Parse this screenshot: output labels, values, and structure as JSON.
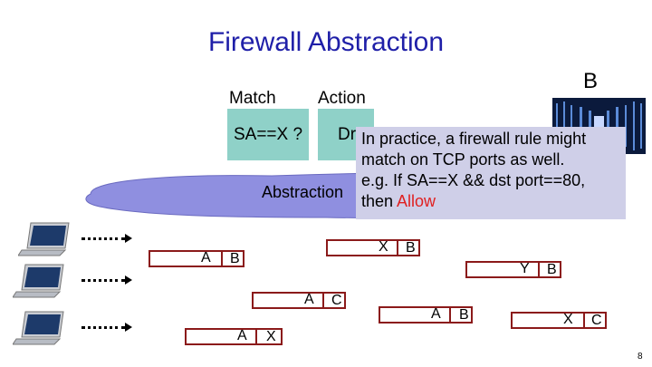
{
  "slide": {
    "title": "Firewall Abstraction",
    "host_b_label": "B",
    "page_number": "8"
  },
  "table": {
    "match_header": "Match",
    "action_header": "Action",
    "match_value": "SA==X ?",
    "action_value": "Drop"
  },
  "cloud": {
    "label": "Abstraction"
  },
  "note": {
    "line1": "In practice, a firewall rule might",
    "line2": "match on TCP ports as well.",
    "line3": "e.g. If SA==X && dst port==80,",
    "line4_prefix": "then ",
    "line4_highlight": "Allow",
    "highlight_color": "#e02020"
  },
  "packets": [
    {
      "src": "A",
      "dst": "B"
    },
    {
      "src": "X",
      "dst": "B"
    },
    {
      "src": "Y",
      "dst": "B"
    },
    {
      "src": "A",
      "dst": "C"
    },
    {
      "src": "A",
      "dst": "B"
    },
    {
      "src": "X",
      "dst": "C"
    },
    {
      "src": "A",
      "dst": "X"
    }
  ]
}
